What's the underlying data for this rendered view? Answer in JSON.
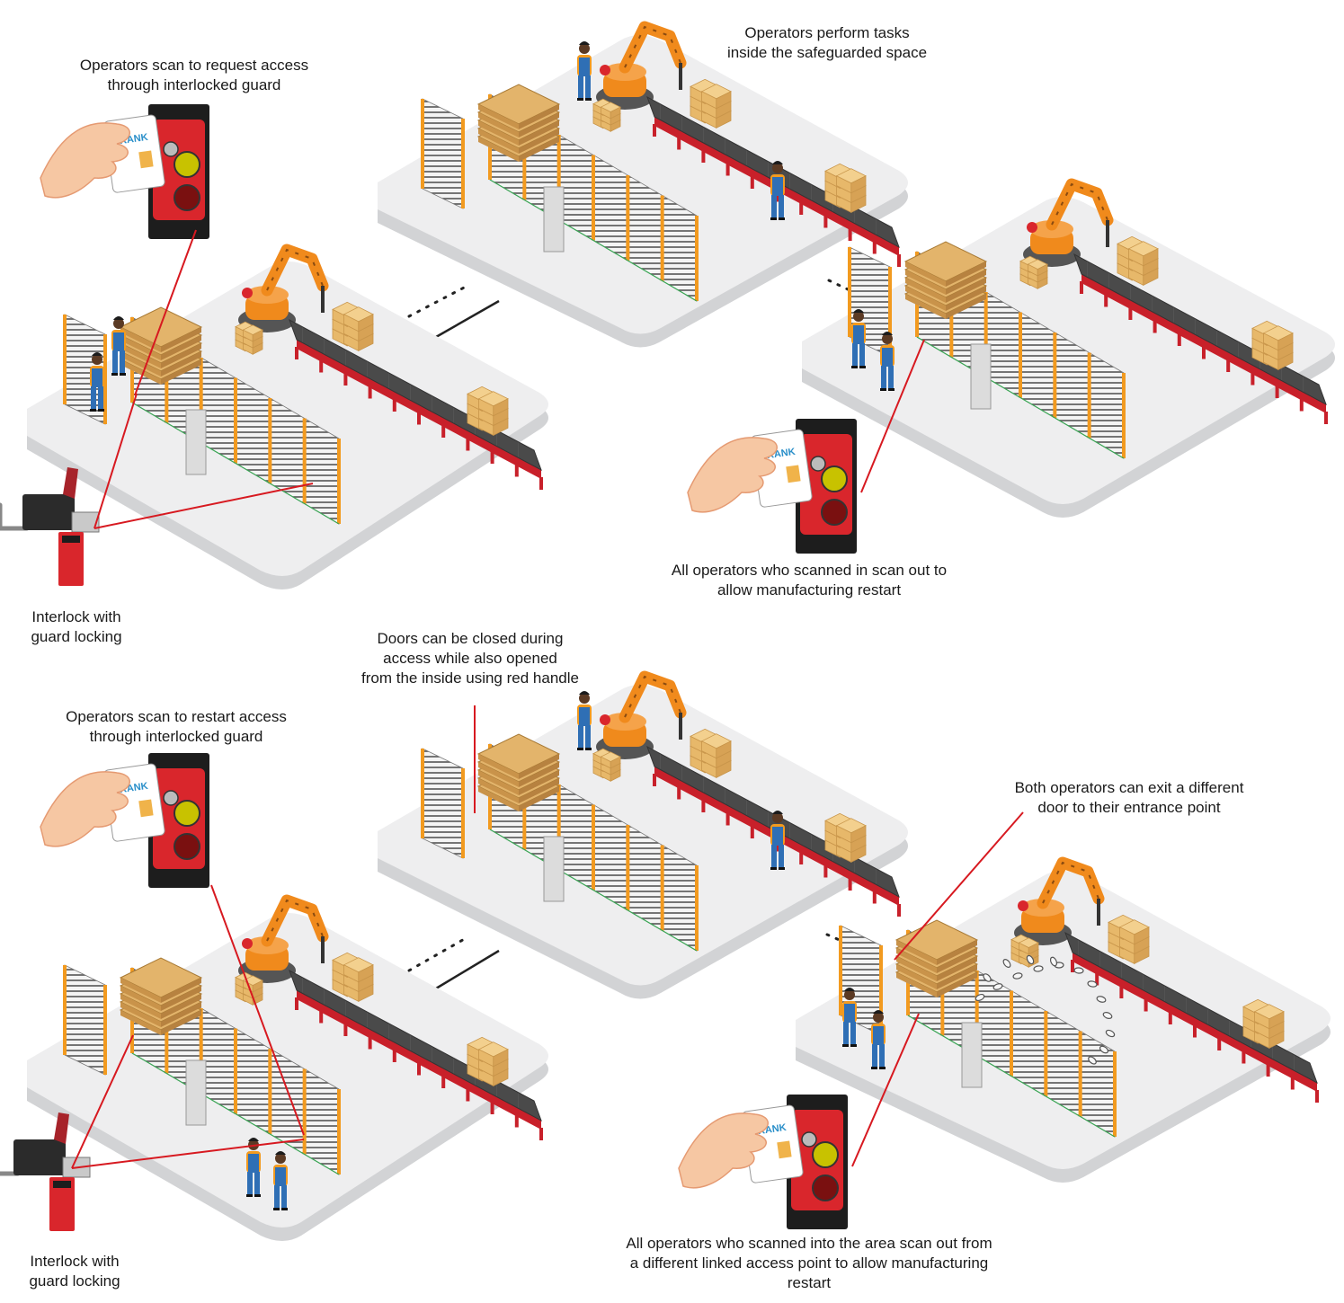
{
  "captions": {
    "top_request_access": [
      "Operators scan to request access",
      "through interlocked guard"
    ],
    "top_perform_tasks": [
      "Operators perform tasks",
      "inside the safeguarded space"
    ],
    "top_interlock": [
      "Interlock with",
      "guard locking"
    ],
    "top_scan_out": [
      "All operators who scanned in scan out to",
      "allow manufacturing restart"
    ],
    "bottom_doors_closed": [
      "Doors can be closed during",
      "access while also opened",
      "from the inside using red handle"
    ],
    "bottom_restart_access": [
      "Operators scan to restart access",
      "through interlocked guard"
    ],
    "bottom_exit_different": [
      "Both operators can exit a different",
      "door to their entrance point"
    ],
    "bottom_interlock": [
      "Interlock with",
      "guard locking"
    ],
    "bottom_scan_out": [
      "All operators who scanned into the area scan out from",
      "a different linked access point to allow manufacturing",
      "restart"
    ]
  },
  "card_brand": "FRANK",
  "colors": {
    "callout_line": "#d71920",
    "platform_top": "#eeeeef",
    "platform_side": "#d2d3d5",
    "fence_frame": "#f29a1f",
    "robot": "#f08a1c",
    "conveyor_belt": "#4a4a4a",
    "conveyor_frame": "#c8202a",
    "box": "#e7b86a",
    "worker_shirt": "#2f6fb5",
    "scanner_body": "#d9262c",
    "scanner_plate": "#1d1d1d",
    "hand_skin": "#f6c7a3"
  }
}
